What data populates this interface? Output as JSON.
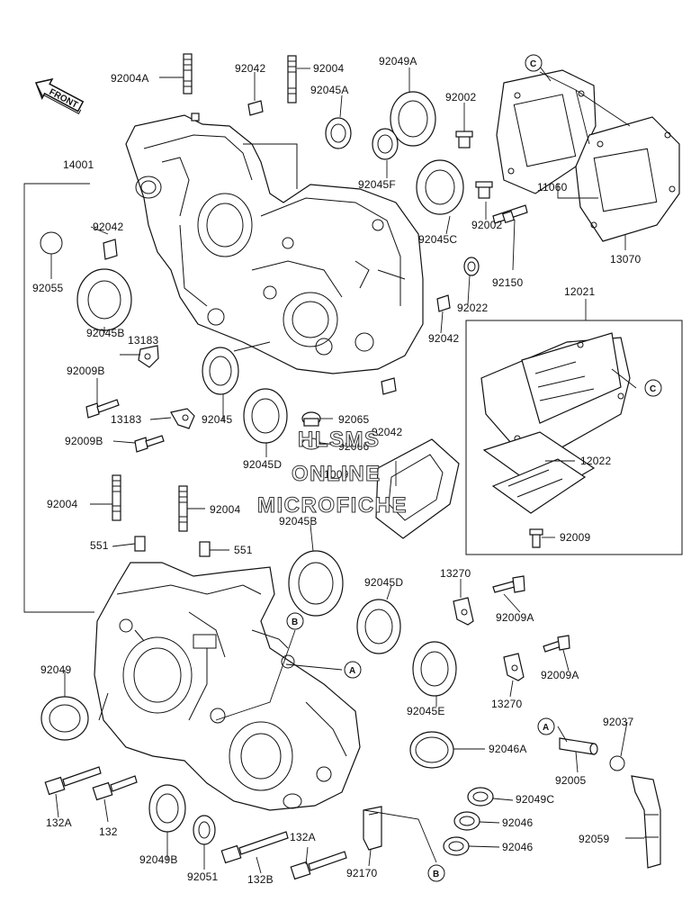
{
  "front_marker": "FRONT",
  "watermark": [
    "HLSMS",
    "ONLINE",
    "MICROFICHE"
  ],
  "ref_markers": {
    "a": "A",
    "b": "B",
    "c": "C"
  },
  "parts": {
    "p92004a": "92004A",
    "p92042_top": "92042",
    "p92004_top": "92004",
    "p92049a": "92049A",
    "p92045a": "92045A",
    "p92002_top": "92002",
    "p14001": "14001",
    "p92045f": "92045F",
    "p11060": "11060",
    "p92002_mid": "92002",
    "p13070": "13070",
    "p92042_l": "92042",
    "p92045c": "92045C",
    "p92150": "92150",
    "p92055": "92055",
    "p12021": "12021",
    "p92022": "92022",
    "p92042_r": "92042",
    "p92045b_top": "92045B",
    "p13183_a": "13183",
    "p92009b_a": "92009B",
    "p92065": "92065",
    "p92042_mid": "92042",
    "p13183_b": "13183",
    "p92045": "92045",
    "p92066": "92066",
    "p92009b_b": "92009B",
    "p92045d_top": "92045D",
    "p11009": "11009",
    "p12022": "12022",
    "p92004_l": "92004",
    "p92004_m": "92004",
    "p92045b_mid": "92045B",
    "p551_l": "551",
    "p551_r": "551",
    "p92009": "92009",
    "p13270_a": "13270",
    "p92045d_bot": "92045D",
    "p92009a_a": "92009A",
    "p92009a_b": "92009A",
    "p13270_b": "13270",
    "p92049": "92049",
    "p92045e": "92045E",
    "p92046a": "92046A",
    "p92037": "92037",
    "p92005": "92005",
    "p132a_l": "132A",
    "p132": "132",
    "p92049c": "92049C",
    "p92046_a": "92046",
    "p92046_b": "92046",
    "p92049b": "92049B",
    "p92051": "92051",
    "p132b": "132B",
    "p132a_r": "132A",
    "p92170": "92170",
    "p92059": "92059"
  }
}
